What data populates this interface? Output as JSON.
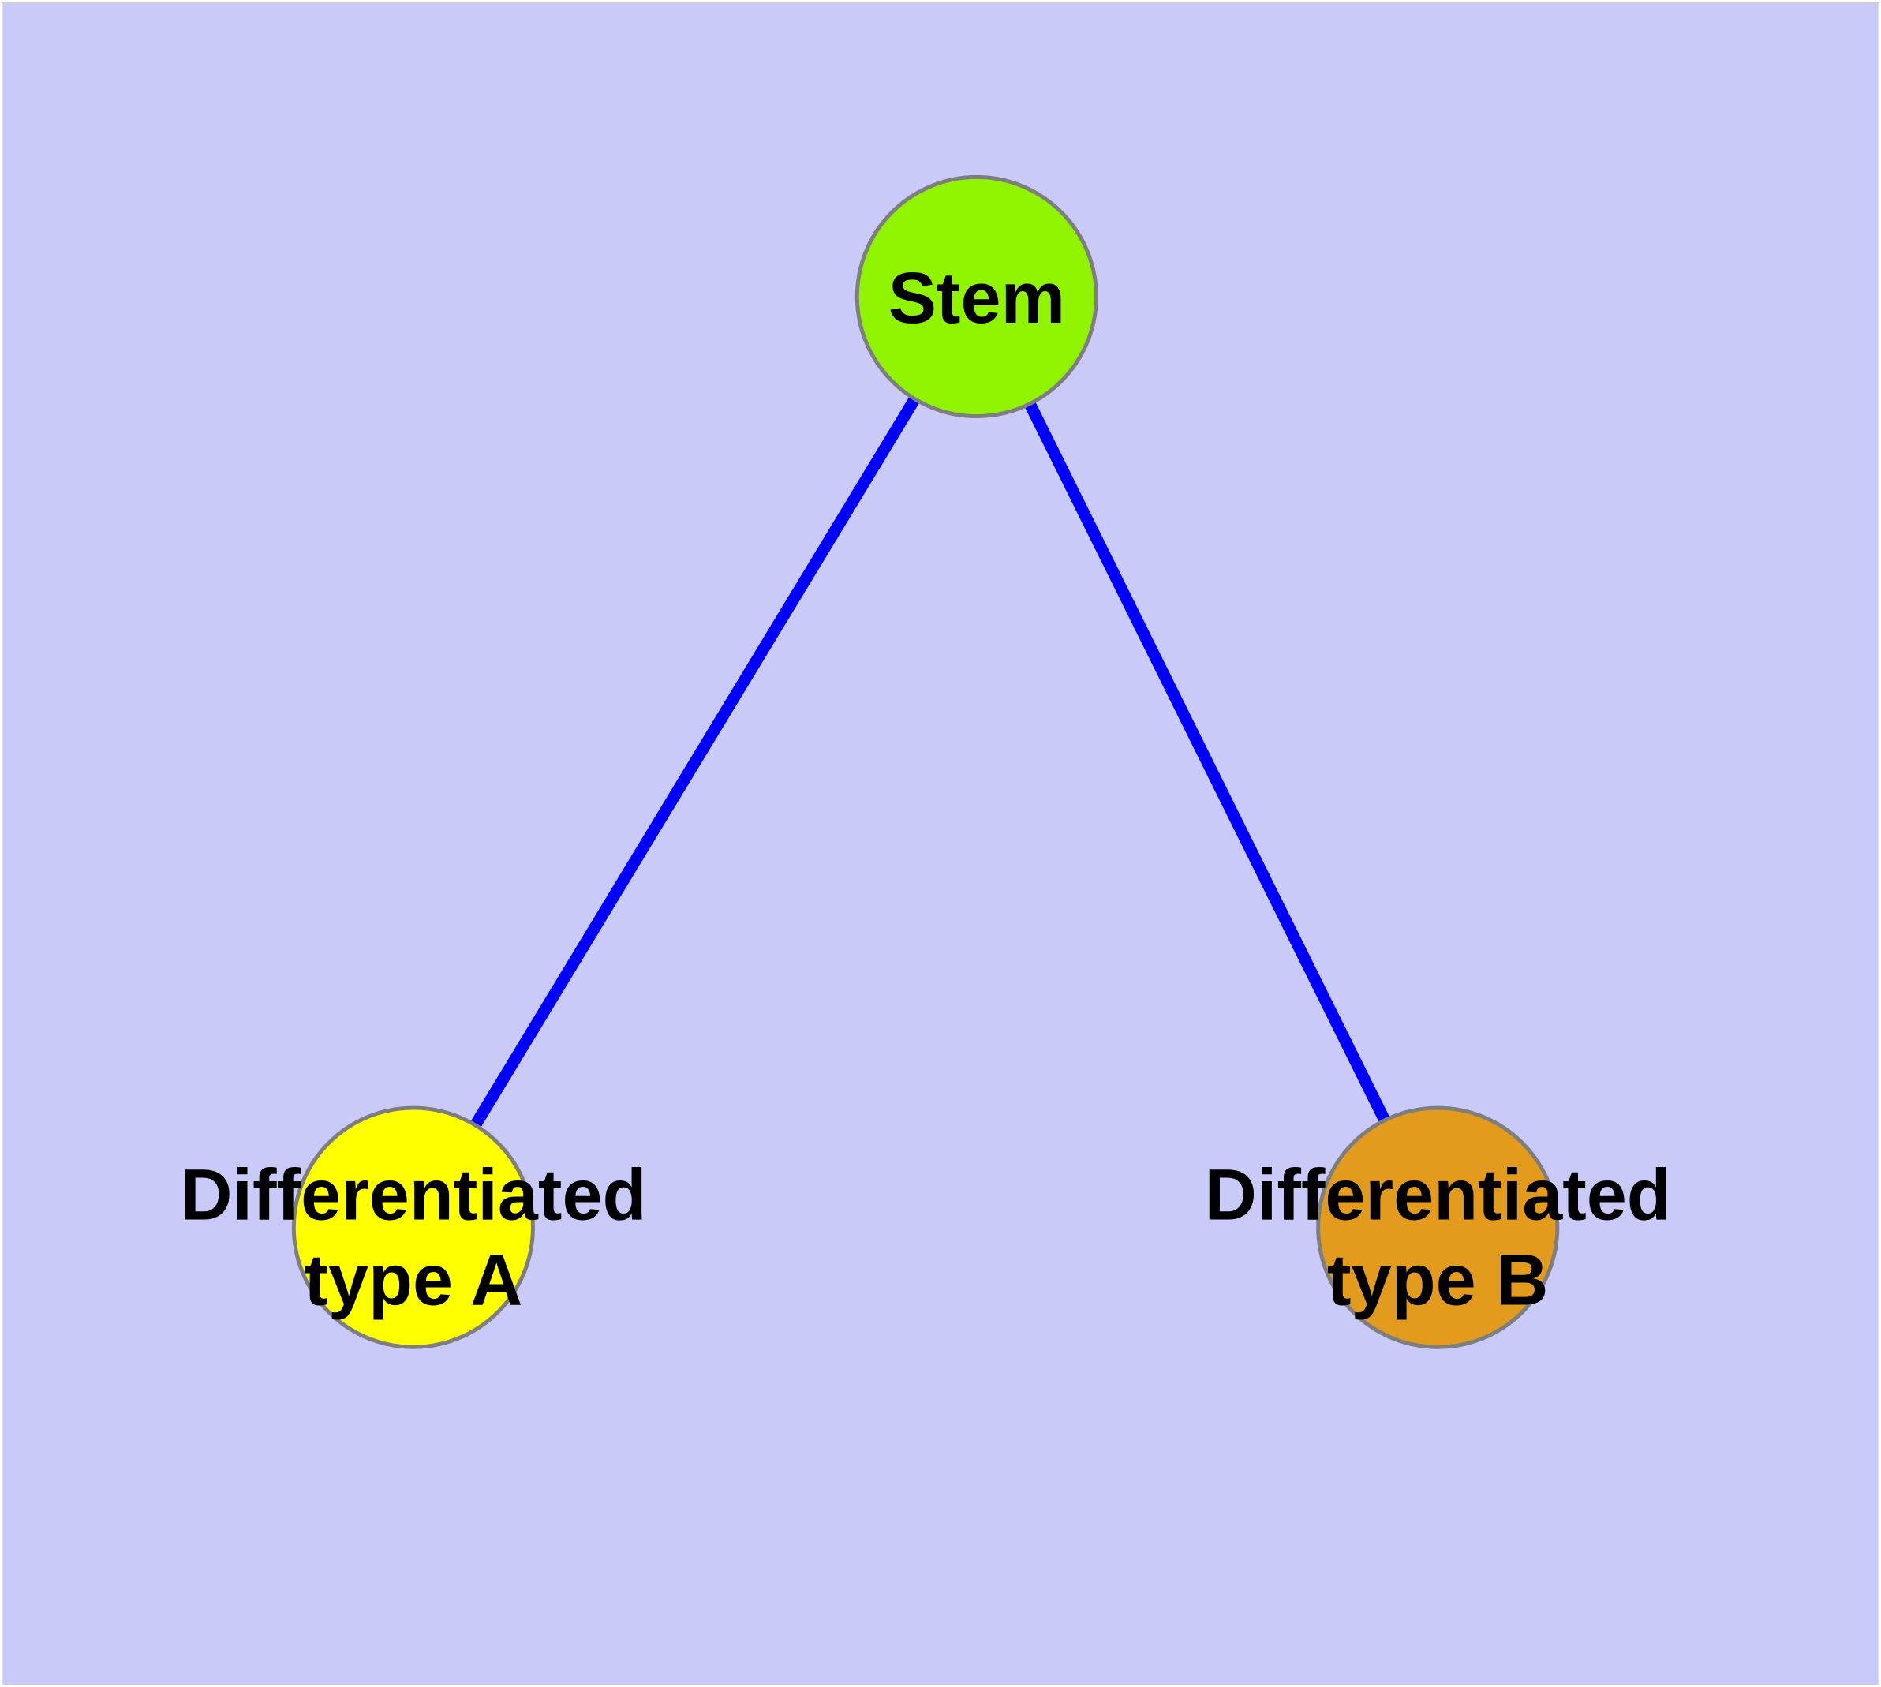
{
  "diagram": {
    "background_color": "#CACAF8",
    "frame_color": "#FFFFFF",
    "edge_color": "#0000FA",
    "node_border_color": "#7E7E7E",
    "label_color": "#000000",
    "nodes": [
      {
        "id": "stem",
        "label": "Stem",
        "fill": "#90F400"
      },
      {
        "id": "differentiated-type-a",
        "label": "Differentiated type A",
        "label_lines": [
          "Differentiated",
          "type A"
        ],
        "fill": "#FFFF00"
      },
      {
        "id": "differentiated-type-b",
        "label": "Differentiated type B",
        "label_lines": [
          "Differentiated",
          "type B"
        ],
        "fill": "#E39B1E"
      }
    ],
    "edges": [
      {
        "from": "stem",
        "to": "differentiated-type-a"
      },
      {
        "from": "stem",
        "to": "differentiated-type-b"
      }
    ]
  }
}
